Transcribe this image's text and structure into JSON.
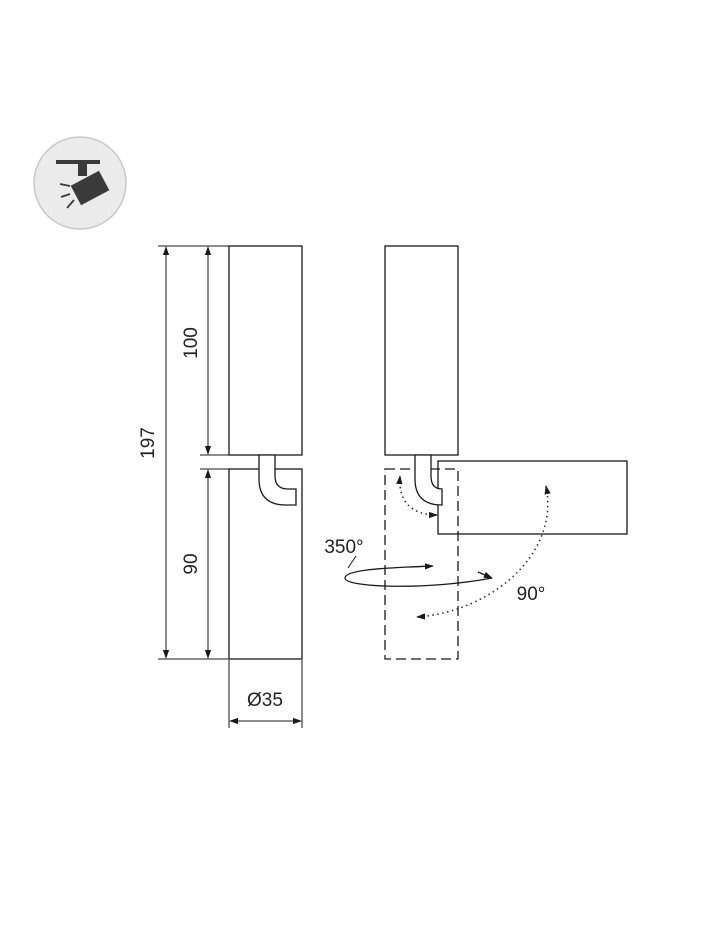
{
  "colors": {
    "line": "#1a1a1a",
    "icon_circle_fill": "#ebebeb",
    "icon_circle_stroke": "#c8c8c8",
    "icon_body": "#3a3a3a",
    "dotted": "#333333"
  },
  "icon": {
    "name": "track-spotlight-icon"
  },
  "dimensions": {
    "total_height": "197",
    "upper_height": "100",
    "lower_height": "90",
    "diameter": "Ø35"
  },
  "rotation": {
    "horizontal": "350°",
    "vertical": "90°"
  }
}
